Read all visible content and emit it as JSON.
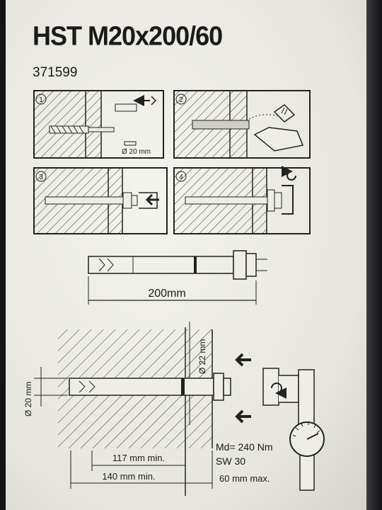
{
  "document": {
    "title": "HST M20x200/60",
    "article_number": "371599"
  },
  "steps": [
    {
      "number": "1",
      "drill_note": "Ø 20 mm"
    },
    {
      "number": "2"
    },
    {
      "number": "3"
    },
    {
      "number": "4"
    }
  ],
  "anchor_length": {
    "label": "200mm"
  },
  "section": {
    "hole_diameter": "Ø 20 mm",
    "clearance_diameter": "Ø 22 mm",
    "embed_min": "117 mm min.",
    "depth_min": "140 mm min.",
    "fixture_max": "60 mm max.",
    "torque": "Md= 240 Nm",
    "wrench": "SW 30"
  }
}
